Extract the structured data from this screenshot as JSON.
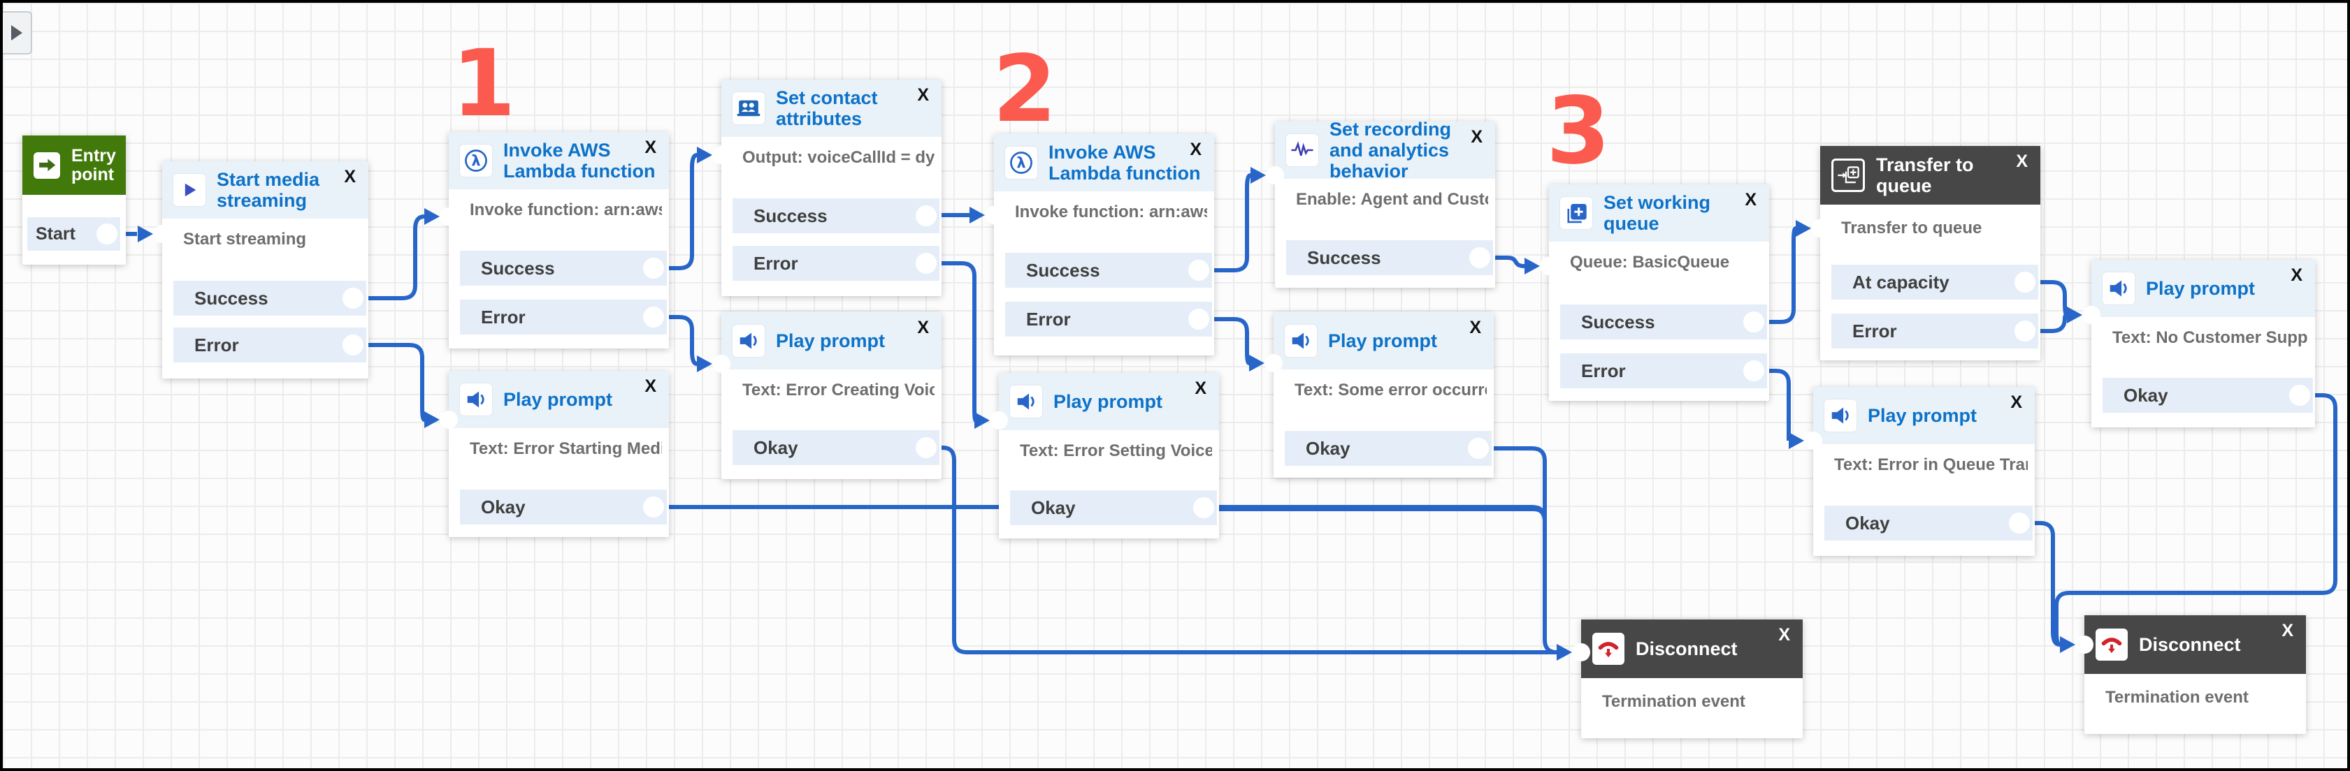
{
  "ui": {
    "close_label": "X",
    "panel_toggle_icon": "triangle-right",
    "colors": {
      "edge_blue": "#2766c8",
      "title_blue": "#0d72c8",
      "header_light": "#eaf2f9",
      "header_dark": "#474747",
      "entry_green": "#41790b",
      "row_bg": "#e5eef8",
      "marker_red": "#fb5a4e",
      "disconnect_red": "#d2222a"
    }
  },
  "markers": [
    {
      "label": "1"
    },
    {
      "label": "2"
    },
    {
      "label": "3"
    }
  ],
  "nodes": [
    {
      "id": "entry-point",
      "title": "Entry point",
      "desc": "",
      "icon": "entry-arrow-icon",
      "rows": [
        {
          "label": "Start"
        }
      ]
    },
    {
      "id": "start-media-streaming",
      "title": "Start media streaming",
      "desc": "Start streaming",
      "icon": "play-media-icon",
      "rows": [
        {
          "label": "Success"
        },
        {
          "label": "Error"
        }
      ]
    },
    {
      "id": "invoke-lambda-1",
      "title": "Invoke AWS Lambda function",
      "desc": "Invoke function: arn:aws:la...",
      "icon": "lambda-icon",
      "rows": [
        {
          "label": "Success"
        },
        {
          "label": "Error"
        }
      ]
    },
    {
      "id": "play-prompt-error-starting-media",
      "title": "Play prompt",
      "desc": "Text: Error Starting Media ...",
      "icon": "speaker-icon",
      "rows": [
        {
          "label": "Okay"
        }
      ]
    },
    {
      "id": "set-contact-attributes",
      "title": "Set contact attributes",
      "desc": "Output: voiceCallId = dyna...",
      "icon": "contact-attributes-icon",
      "rows": [
        {
          "label": "Success"
        },
        {
          "label": "Error"
        }
      ]
    },
    {
      "id": "play-prompt-error-creating-voice",
      "title": "Play prompt",
      "desc": "Text: Error Creating Voice C...",
      "icon": "speaker-icon",
      "rows": [
        {
          "label": "Okay"
        }
      ]
    },
    {
      "id": "invoke-lambda-2",
      "title": "Invoke AWS Lambda function",
      "desc": "Invoke function: arn:aws:la...",
      "icon": "lambda-icon",
      "rows": [
        {
          "label": "Success"
        },
        {
          "label": "Error"
        }
      ]
    },
    {
      "id": "play-prompt-error-setting-voice",
      "title": "Play prompt",
      "desc": "Text: Error Setting Voice Ca...",
      "icon": "speaker-icon",
      "rows": [
        {
          "label": "Okay"
        }
      ]
    },
    {
      "id": "set-recording-analytics",
      "title": "Set recording and analytics behavior",
      "desc": "Enable: Agent and Customer",
      "icon": "recording-waveform-icon",
      "rows": [
        {
          "label": "Success"
        }
      ]
    },
    {
      "id": "play-prompt-some-error",
      "title": "Play prompt",
      "desc": "Text: Some error occurred i...",
      "icon": "speaker-icon",
      "rows": [
        {
          "label": "Okay"
        }
      ]
    },
    {
      "id": "set-working-queue",
      "title": "Set working queue",
      "desc": "Queue: BasicQueue",
      "icon": "set-queue-icon",
      "rows": [
        {
          "label": "Success"
        },
        {
          "label": "Error"
        }
      ]
    },
    {
      "id": "transfer-to-queue",
      "title": "Transfer to queue",
      "desc": "Transfer to queue",
      "icon": "transfer-queue-icon",
      "rows": [
        {
          "label": "At capacity"
        },
        {
          "label": "Error"
        }
      ]
    },
    {
      "id": "play-prompt-no-customer-support",
      "title": "Play prompt",
      "desc": "Text: No Customer Support...",
      "icon": "speaker-icon",
      "rows": [
        {
          "label": "Okay"
        }
      ]
    },
    {
      "id": "play-prompt-error-queue-transfer",
      "title": "Play prompt",
      "desc": "Text: Error in Queue Transf...",
      "icon": "speaker-icon",
      "rows": [
        {
          "label": "Okay"
        }
      ]
    },
    {
      "id": "disconnect-1",
      "title": "Disconnect",
      "desc": "Termination event",
      "icon": "disconnect-phone-icon",
      "rows": []
    },
    {
      "id": "disconnect-2",
      "title": "Disconnect",
      "desc": "Termination event",
      "icon": "disconnect-phone-icon",
      "rows": []
    }
  ],
  "edges": [
    {
      "from": "entry-point.Start",
      "to": "start-media-streaming"
    },
    {
      "from": "start-media-streaming.Success",
      "to": "invoke-lambda-1"
    },
    {
      "from": "start-media-streaming.Error",
      "to": "play-prompt-error-starting-media"
    },
    {
      "from": "invoke-lambda-1.Success",
      "to": "set-contact-attributes"
    },
    {
      "from": "invoke-lambda-1.Error",
      "to": "play-prompt-error-creating-voice"
    },
    {
      "from": "set-contact-attributes.Success",
      "to": "invoke-lambda-2"
    },
    {
      "from": "set-contact-attributes.Error",
      "to": "play-prompt-error-setting-voice"
    },
    {
      "from": "invoke-lambda-2.Success",
      "to": "set-recording-analytics"
    },
    {
      "from": "invoke-lambda-2.Error",
      "to": "play-prompt-some-error"
    },
    {
      "from": "set-recording-analytics.Success",
      "to": "set-working-queue"
    },
    {
      "from": "set-working-queue.Success",
      "to": "transfer-to-queue"
    },
    {
      "from": "set-working-queue.Error",
      "to": "play-prompt-error-queue-transfer"
    },
    {
      "from": "transfer-to-queue.At capacity",
      "to": "play-prompt-no-customer-support"
    },
    {
      "from": "transfer-to-queue.Error",
      "to": "play-prompt-no-customer-support"
    },
    {
      "from": "play-prompt-no-customer-support.Okay",
      "to": "disconnect-2"
    },
    {
      "from": "play-prompt-error-queue-transfer.Okay",
      "to": "disconnect-2"
    },
    {
      "from": "play-prompt-error-starting-media.Okay",
      "to": "disconnect-1"
    },
    {
      "from": "play-prompt-error-creating-voice.Okay",
      "to": "disconnect-1"
    },
    {
      "from": "play-prompt-error-setting-voice.Okay",
      "to": "disconnect-1"
    },
    {
      "from": "play-prompt-some-error.Okay",
      "to": "disconnect-1"
    }
  ]
}
